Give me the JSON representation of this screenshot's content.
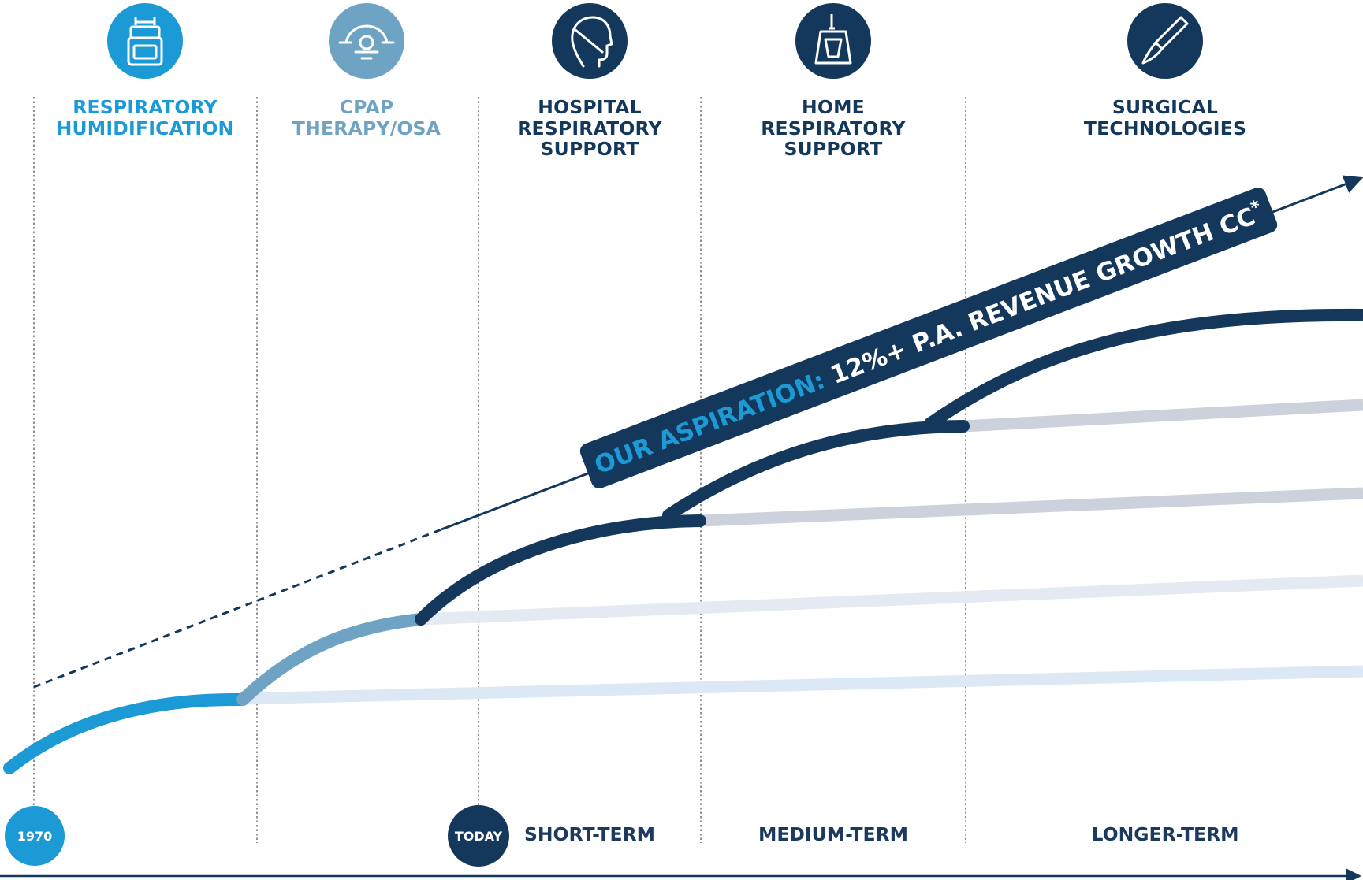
{
  "colors": {
    "navy": "#14385c",
    "bright_blue": "#1c9ad6",
    "steel_blue": "#6fa3c3",
    "grey_line": "#cbd2dc",
    "pale_blue": "#dde8f6",
    "divider": "#555b63"
  },
  "categories": [
    {
      "title": "RESPIRATORY\nHUMIDIFICATION",
      "icon": "humidifier-icon",
      "color": "#1c9ad6"
    },
    {
      "title": "CPAP\nTHERAPY/OSA",
      "icon": "cpap-mask-icon",
      "color": "#6fa3c3"
    },
    {
      "title": "HOSPITAL\nRESPIRATORY\nSUPPORT",
      "icon": "patient-head-icon",
      "color": "#14385c"
    },
    {
      "title": "HOME\nRESPIRATORY\nSUPPORT",
      "icon": "home-device-icon",
      "color": "#14385c"
    },
    {
      "title": "SURGICAL\nTECHNOLOGIES",
      "icon": "scalpel-icon",
      "color": "#14385c"
    }
  ],
  "aspiration": {
    "prefix": "OUR ASPIRATION:",
    "text": " 12%+ P.A. REVENUE GROWTH CC",
    "footnote_mark": "*"
  },
  "timeline": {
    "start_label": "1970",
    "today_label": "TODAY",
    "terms": [
      "SHORT-TERM",
      "MEDIUM-TERM",
      "LONGER-TERM"
    ]
  }
}
